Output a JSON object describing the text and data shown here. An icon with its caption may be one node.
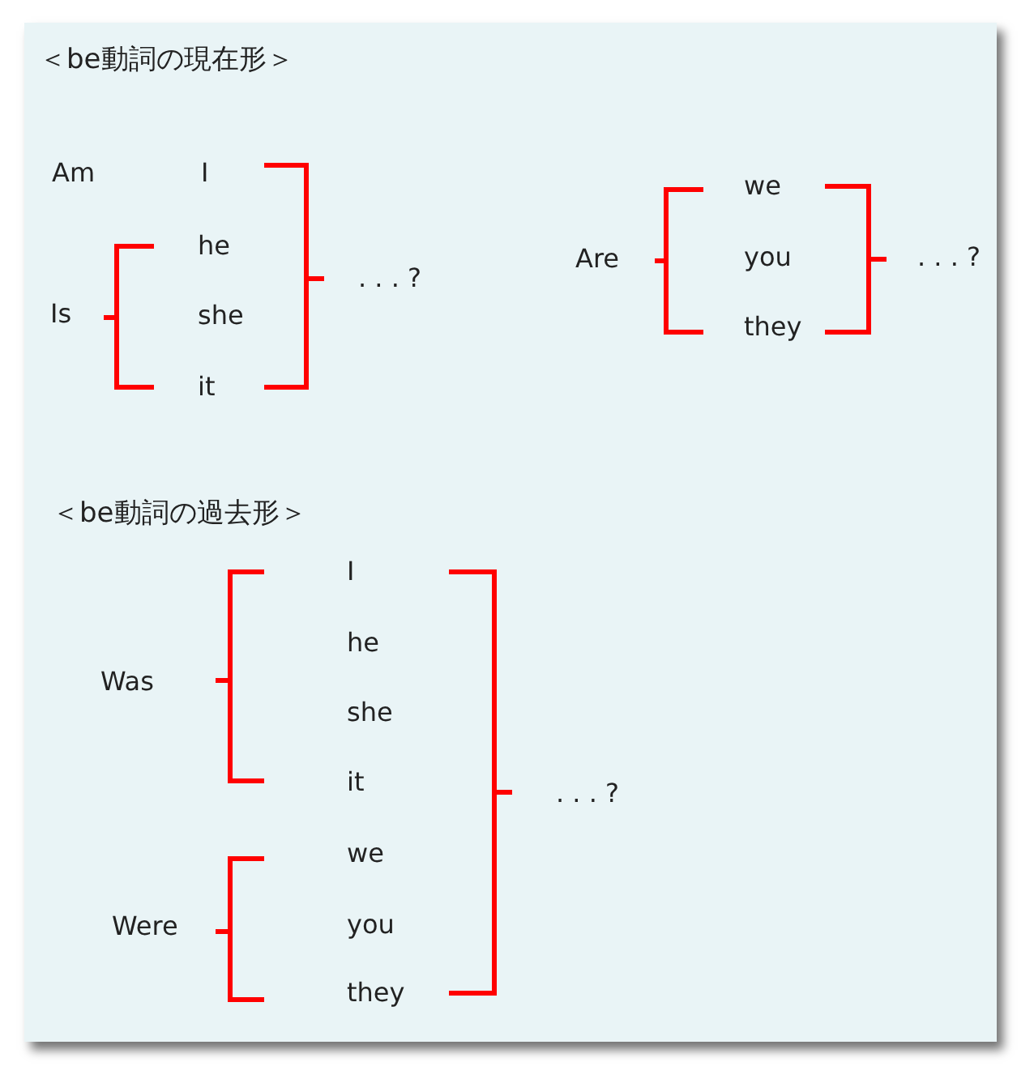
{
  "diagram": {
    "labels": [
      "＜be動詞の現在形＞",
      "Am",
      "I",
      "he",
      "Is",
      "she",
      "it",
      ". . . ?",
      "Are",
      "we",
      "you",
      "they",
      ". . . ?",
      "＜be動詞の過去形＞",
      "Was",
      "I",
      "he",
      "she",
      "it",
      "Were",
      "we",
      "you",
      "they",
      ". . . ?"
    ]
  }
}
